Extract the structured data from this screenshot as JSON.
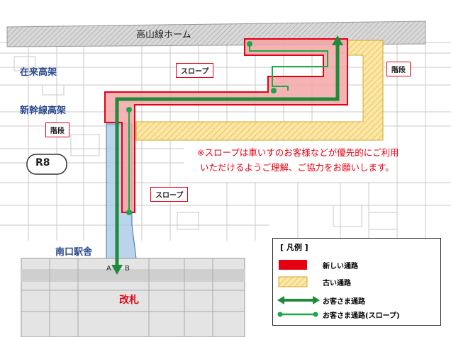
{
  "labels": {
    "platform": "高山線ホーム",
    "conventional_viaduct": "在来高架",
    "shinkansen_viaduct": "新幹線高架",
    "south_building": "南口駅舎",
    "pillar": "R8",
    "gate": "改札",
    "gate_a": "A",
    "gate_b": "B"
  },
  "callouts": {
    "slope_top": "スロープ",
    "stairs_right": "階段",
    "stairs_left": "階段",
    "slope_bottom": "スロープ"
  },
  "notice": {
    "line1": "※スロープは車いすのお客様などが優先的にご利用",
    "line2": "いただけるようご理解、ご協力をお願いします。"
  },
  "legend": {
    "title": "[ 凡例 ]",
    "items": [
      {
        "label": "新しい通路"
      },
      {
        "label": "古い通路"
      },
      {
        "label": "お客さま通路"
      },
      {
        "label": "お客さま通路(スロープ)"
      }
    ]
  },
  "colors": {
    "new_route_fill": "#f5a6a6",
    "new_route_stroke": "#e60012",
    "old_route_fill": "#fbe7a6",
    "customer_route": "#1f8a3a",
    "south_building_fill": "#a9c9ea",
    "accent_text": "#e60012",
    "label_blue": "#2a4b8d"
  }
}
